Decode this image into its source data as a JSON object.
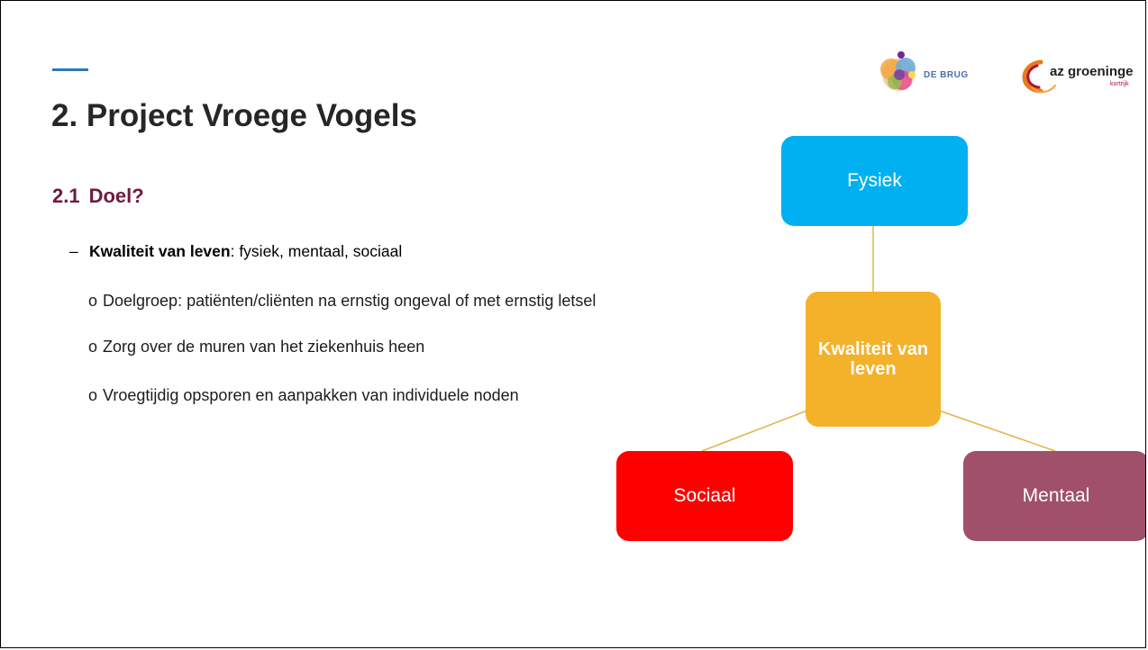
{
  "slide": {
    "title": "2. Project Vroege Vogels",
    "subtitle_number": "2.1",
    "subtitle_text": "Doel?",
    "bullet": {
      "dash": "–",
      "bold": "Kwaliteit van leven",
      "rest": ": fysiek, mentaal, sociaal"
    },
    "sub_bullets": [
      {
        "marker": "o",
        "text": "Doelgroep: patiënten/cliënten na ernstig ongeval of met ernstig letsel"
      },
      {
        "marker": "o",
        "text": "Zorg over de muren van het ziekenhuis heen"
      },
      {
        "marker": "o",
        "text": "Vroegtijdig opsporen en aanpakken van individuele noden"
      }
    ]
  },
  "diagram": {
    "center": "Kwaliteit van leven",
    "nodes": {
      "top": "Fysiek",
      "left": "Sociaal",
      "right": "Mentaal"
    }
  },
  "logos": {
    "brug": "DE BRUG",
    "az": "az groeninge",
    "az_sub": "kortrijk"
  },
  "colors": {
    "accent_line": "#2a7ab9",
    "title": "#262626",
    "subtitle": "#6e1a40",
    "fysiek": "#00b0f0",
    "center": "#f4b12a",
    "sociaal": "#ff0000",
    "mentaal": "#a1506b",
    "connector": "#e3b34c"
  }
}
